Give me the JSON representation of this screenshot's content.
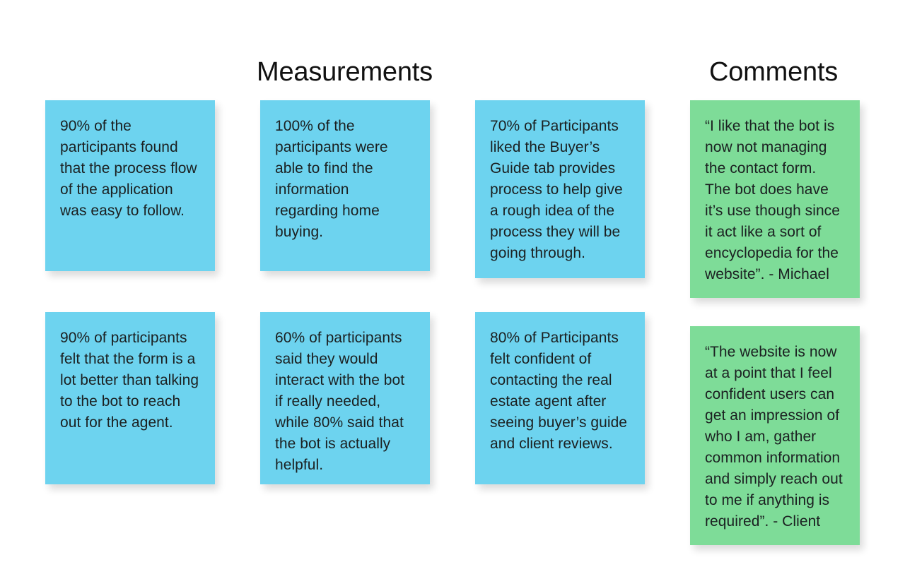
{
  "board": {
    "background_color": "#FFFFFF",
    "measurement_color": "#6DD3EF",
    "comment_color": "#7EDC98",
    "text_color": "#1B2021"
  },
  "headings": {
    "measurements": "Measurements",
    "comments": "Comments"
  },
  "measurements": [
    {
      "text": "90% of the participants found that the process flow of the application was easy to follow."
    },
    {
      "text": "100% of the participants were able to find the information regarding home buying."
    },
    {
      "text": "70% of Participants liked the Buyer’s Guide tab provides process to help give a rough idea of the process they will be going through."
    },
    {
      "text": "90% of participants felt that the form is a lot better than talking to the bot to reach out for the agent."
    },
    {
      "text": "60% of participants said they would interact with the bot if really needed, while 80% said that the bot is actually helpful."
    },
    {
      "text": "80% of Participants felt confident of contacting the real estate agent after seeing buyer’s guide and client reviews."
    }
  ],
  "comments": [
    {
      "text": "“I like that the bot is now not managing the contact form. The bot does have it’s use though since it act like a sort of encyclopedia for the website”. - Michael"
    },
    {
      "text": "“The website is now at a point that I feel confident users can get an impression of who I am, gather common information and simply reach out to me if anything is required”. - Client"
    }
  ]
}
